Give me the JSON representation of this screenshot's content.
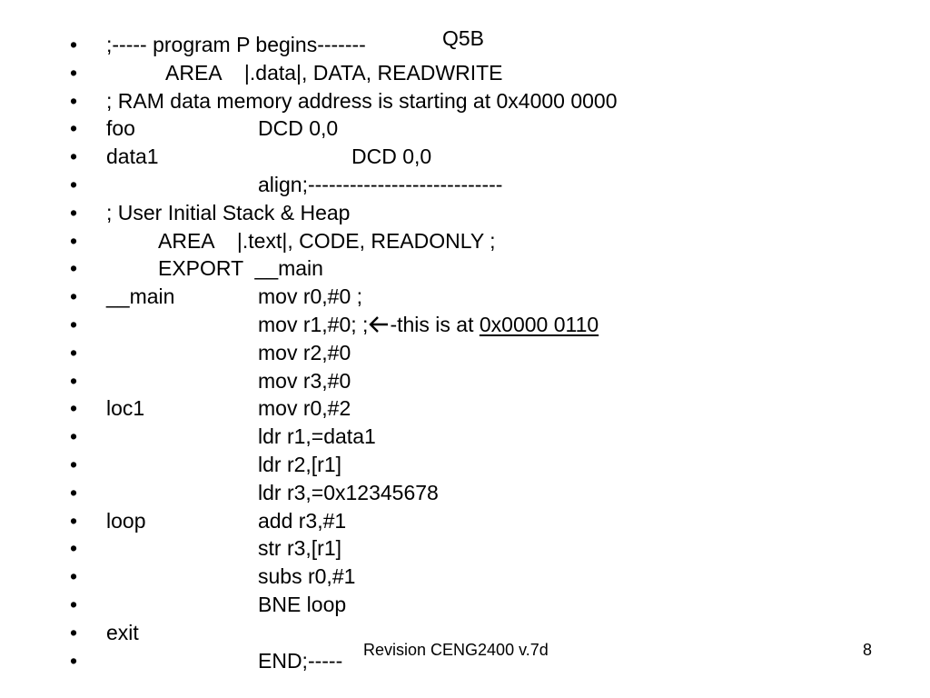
{
  "slide": {
    "title": "Q5B",
    "bullet": "•",
    "rows": [
      {
        "label": ";----- program P begins-------",
        "instr": ""
      },
      {
        "label": "",
        "instr": "AREA    |.data|, DATA, READWRITE"
      },
      {
        "label": "; RAM data memory address is starting at 0x4000 0000",
        "instr": ""
      },
      {
        "label": "foo",
        "instr": "DCD 0,0"
      },
      {
        "label": "data1",
        "instr": "DCD 0,0"
      },
      {
        "label": "",
        "instr": "align;----------------------------"
      },
      {
        "label": "; User Initial Stack & Heap",
        "instr": ""
      },
      {
        "label": "",
        "instr": "AREA    |.text|, CODE, READONLY ;"
      },
      {
        "label": "",
        "instr": "EXPORT  __main"
      },
      {
        "label": "__main",
        "instr": "mov r0,#0 ;"
      },
      {
        "label": "",
        "instr_prefix": "mov r1,#0; ;",
        "arrow_icon": "left-arrow-icon",
        "instr_suffix": "-this is at ",
        "address": "0x0000 0110"
      },
      {
        "label": "",
        "instr": "mov r2,#0"
      },
      {
        "label": "",
        "instr": "mov r3,#0"
      },
      {
        "label": "loc1",
        "instr": "mov r0,#2"
      },
      {
        "label": "",
        "instr": "ldr r1,=data1"
      },
      {
        "label": "",
        "instr": "ldr r2,[r1]"
      },
      {
        "label": "",
        "instr": "ldr r3,=0x12345678"
      },
      {
        "label": "loop",
        "instr": "add r3,#1"
      },
      {
        "label": "",
        "instr": "str r3,[r1]"
      },
      {
        "label": "",
        "instr": "subs r0,#1"
      },
      {
        "label": "",
        "instr": "BNE loop"
      },
      {
        "label": "exit",
        "instr": ""
      },
      {
        "label": "",
        "instr": "END;-----"
      }
    ]
  },
  "footer": {
    "text": "Revision CENG2400 v.7d",
    "page_number": "8"
  }
}
